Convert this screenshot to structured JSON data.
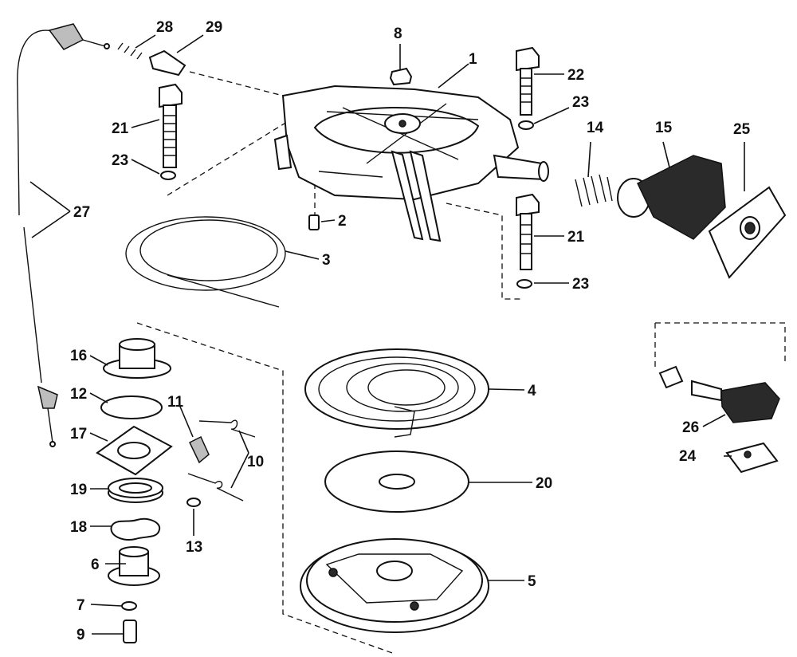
{
  "callouts": {
    "c1": "1",
    "c2": "2",
    "c3": "3",
    "c4": "4",
    "c5": "5",
    "c6": "6",
    "c7": "7",
    "c8": "8",
    "c9": "9",
    "c10": "10",
    "c11": "11",
    "c12": "12",
    "c13": "13",
    "c14": "14",
    "c15": "15",
    "c16": "16",
    "c17": "17",
    "c18": "18",
    "c19": "19",
    "c20": "20",
    "c21a": "21",
    "c21b": "21",
    "c22": "22",
    "c23a": "23",
    "c23b": "23",
    "c23c": "23",
    "c24": "24",
    "c25": "25",
    "c26": "26",
    "c27": "27",
    "c28": "28",
    "c29": "29"
  },
  "colors": {
    "line": "#111111",
    "background": "#ffffff",
    "shade": "#2a2a2a"
  }
}
